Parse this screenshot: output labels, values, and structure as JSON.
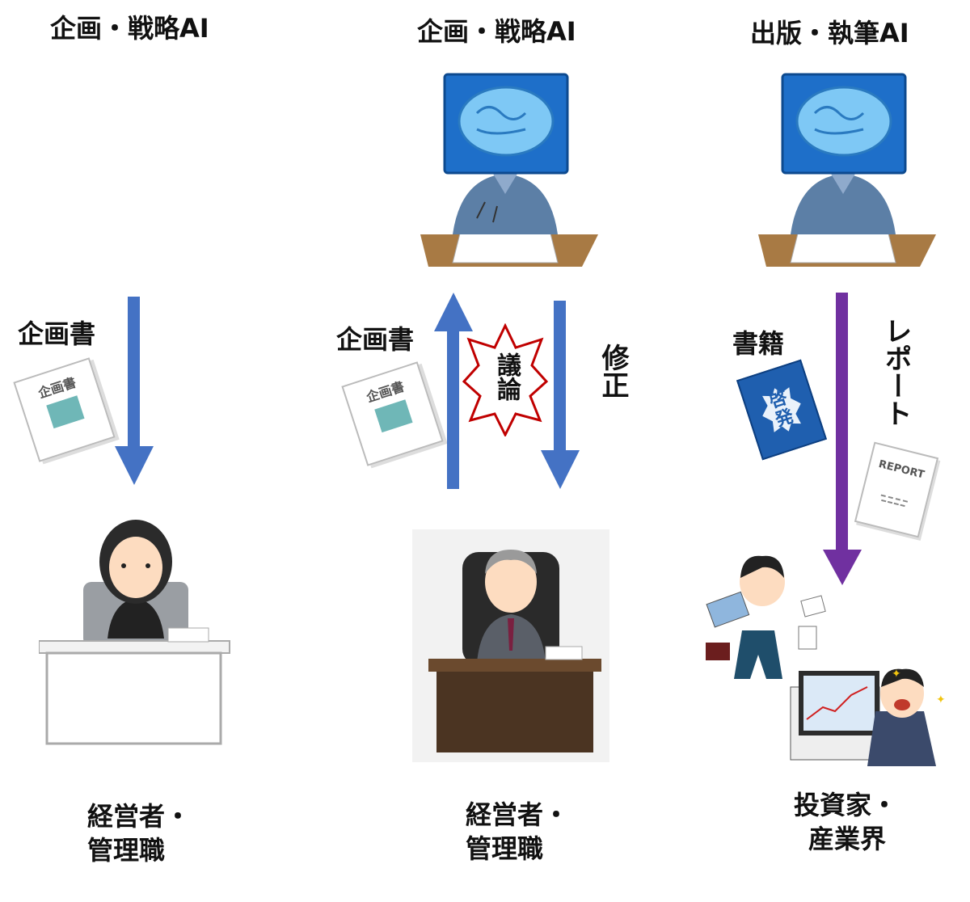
{
  "columns": [
    {
      "title": "企画・戦略AI",
      "doc_label": "企画書",
      "doc_icon_text": "企画書",
      "bottom_label_line1": "経営者・",
      "bottom_label_line2": "管理職"
    },
    {
      "title": "企画・戦略AI",
      "doc_label": "企画書",
      "doc_icon_text": "企画書",
      "discussion": "議論",
      "revision": "修正",
      "bottom_label_line1": "経営者・",
      "bottom_label_line2": "管理職"
    },
    {
      "title": "出版・執筆AI",
      "book_label": "書籍",
      "book_icon_text": "啓発",
      "report_label": "レポート",
      "report_icon_text": "REPORT",
      "bottom_label_line1": "投資家・",
      "bottom_label_line2": "産業界"
    }
  ],
  "colors": {
    "blue_arrow": "#4472C4",
    "purple_arrow": "#7030A0",
    "burst_outline": "#C00000",
    "ai_screen": "#1E6FC9"
  }
}
